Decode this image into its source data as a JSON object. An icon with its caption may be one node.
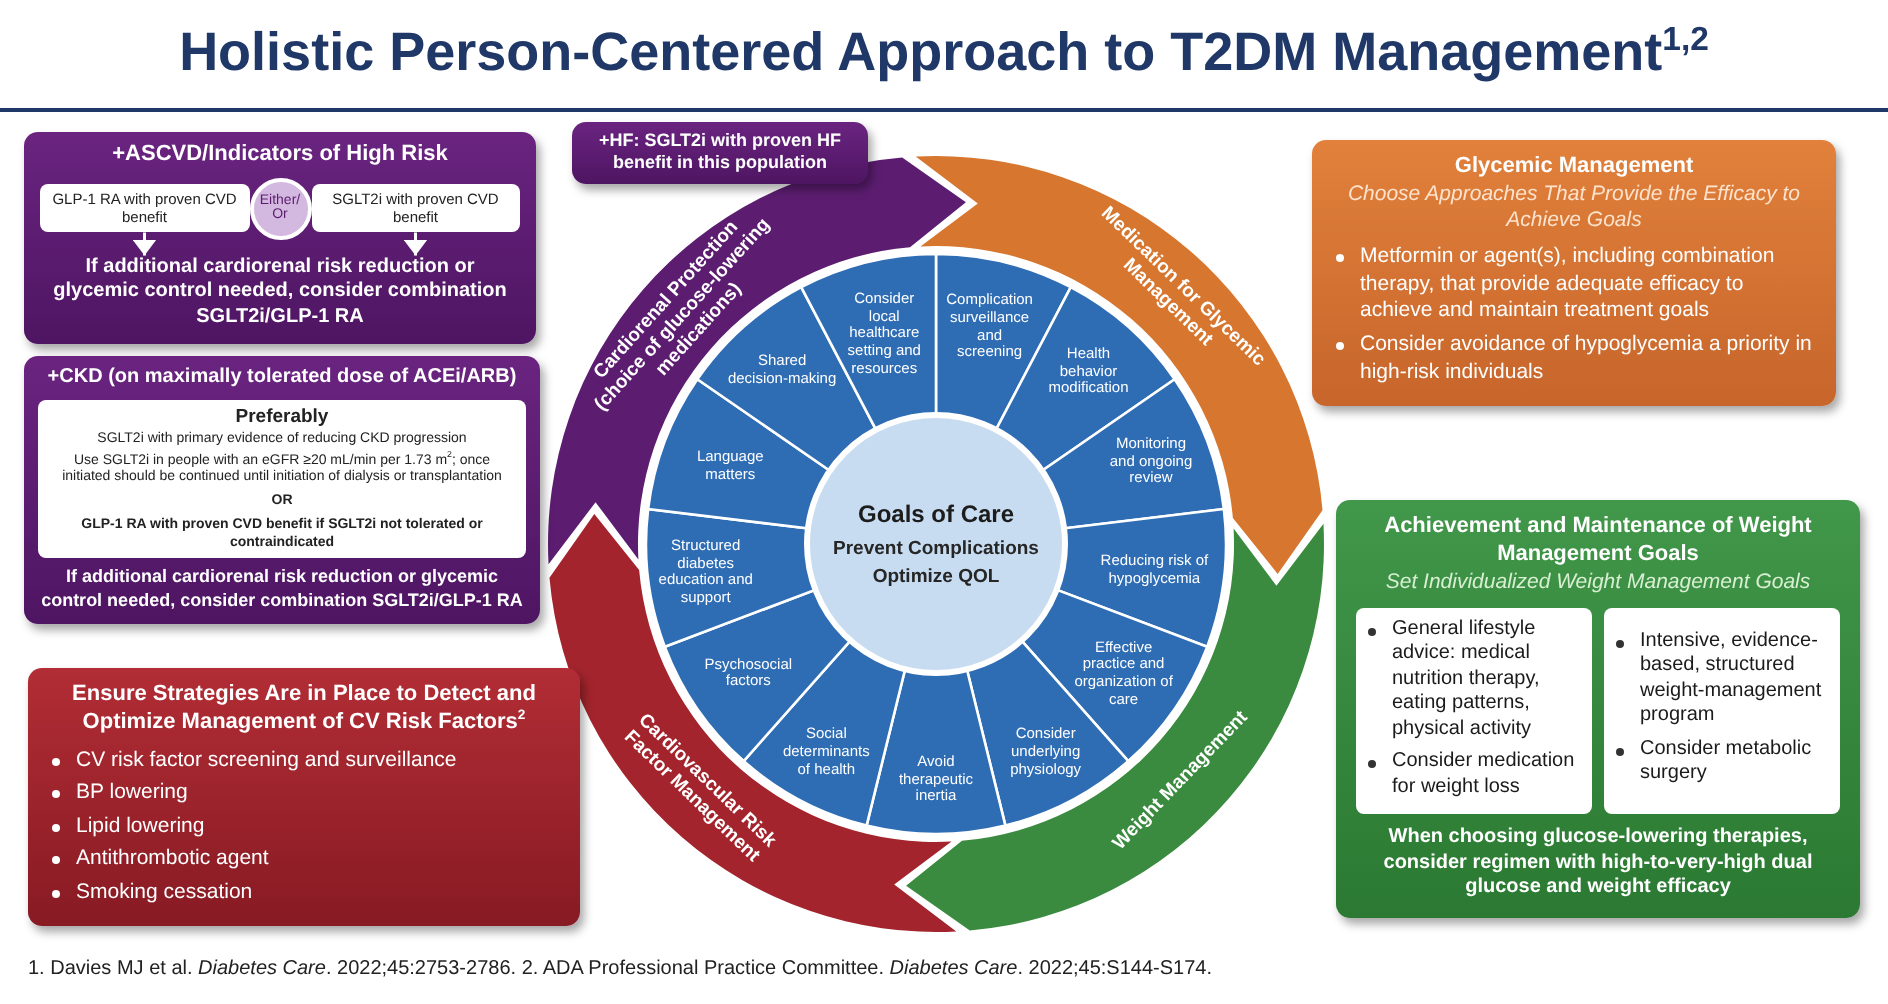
{
  "diagram": {
    "title": "Holistic Person-Centered Approach to T2DM Management$^{1,2}$",
    "nodes": [
      {
        "text": [
          "+ASCVD/Indicators of High Risk"
        ]
      },
      {
        "text": [
          "GLP-1 RA with proven CVD benefit"
        ],
        "in": 0
      },
      {
        "text": [
          "Either/ Or"
        ],
        "in": 0
      },
      {
        "text": [
          "SGLT2i with proven CVD benefit"
        ],
        "in": 0
      },
      {
        "text": [
          "If additional cardiorenal risk reduction or glycemic control needed, consider combination SGLT2i/GLP-1 RA"
        ],
        "in": 0
      },
      {
        "text": [
          "+HF: SGLT2i with proven HF benefit in this population"
        ]
      },
      {
        "text": [
          "+CKD (on maximally tolerated dose of ACEi/ARB)",
          "If additional cardiorenal risk reduction or glycemic control needed, consider combination SGLT2i/GLP-1 RA"
        ]
      },
      {
        "text": [
          "Preferably",
          "SGLT2i with primary evidence of reducing CKD progression",
          "Use SGLT2i in people with an eGFR ≥20 mL/min per 1.73 m$^{2}$; once initiated should be continued until initiation of dialysis or transplantation",
          "OR",
          "GLP-1 RA with proven CVD benefit if SGLT2i not tolerated or contraindicated"
        ],
        "in": 6
      },
      {
        "text": [
          "Ensure Strategies Are in Place to Detect and Optimize Management of CV Risk Factors$^{2}$",
          "CV risk factor screening and surveillance",
          "BP lowering",
          "Lipid lowering",
          "Antithrombotic agent",
          "Smoking cessation"
        ]
      },
      {
        "text": [
          "Cardiorenal Protection (choice of glucose-lowering medications)"
        ]
      },
      {
        "text": [
          "Medication for Glycemic Management"
        ]
      },
      {
        "text": [
          "Weight Management"
        ]
      },
      {
        "text": [
          "Cardiovascular Risk Factor Management"
        ]
      },
      {
        "text": [
          "Goals of Care",
          "Prevent Complications",
          "Optimize QOL"
        ]
      },
      {
        "text": [
          "Complication surveillance and screening"
        ]
      },
      {
        "text": [
          "Health behavior modification"
        ]
      },
      {
        "text": [
          "Monitoring and ongoing review"
        ]
      },
      {
        "text": [
          "Reducing risk of hypoglycemia"
        ]
      },
      {
        "text": [
          "Effective practice and organization of care"
        ]
      },
      {
        "text": [
          "Consider underlying physiology"
        ]
      },
      {
        "text": [
          "Avoid therapeutic inertia"
        ]
      },
      {
        "text": [
          "Social determinants of health"
        ]
      },
      {
        "text": [
          "Psychosocial factors"
        ]
      },
      {
        "text": [
          "Structured diabetes education and support"
        ]
      },
      {
        "text": [
          "Language matters"
        ]
      },
      {
        "text": [
          "Shared decision-making"
        ]
      },
      {
        "text": [
          "Consider local healthcare setting and resources"
        ]
      },
      {
        "text": [
          "Glycemic Management",
          "Choose Approaches That Provide the Efficacy to Achieve Goals",
          "Metformin or agent(s), including combination therapy, that provide adequate efficacy to achieve and maintain treatment goals",
          "Consider avoidance of hypoglycemia a priority in high-risk individuals"
        ]
      },
      {
        "text": [
          "Achievement and Maintenance of Weight Management Goals",
          "Set Individualized Weight Management Goals",
          "When choosing glucose-lowering therapies, consider regimen with high-to-very-high dual glucose and weight efficacy"
        ]
      },
      {
        "text": [
          "General lifestyle advice: medical nutrition therapy, eating patterns, physical activity",
          "Consider medication for weight loss"
        ],
        "in": 28
      },
      {
        "text": [
          "Intensive, evidence-based, structured weight-management program",
          "Consider metabolic surgery"
        ],
        "in": 28
      }
    ],
    "edges": [
      {
        "from": 1,
        "to": 4,
        "arrow": "to"
      },
      {
        "from": 3,
        "to": 4,
        "arrow": "to"
      }
    ],
    "labels": [
      "1. Davies MJ et al. *Diabetes Care*. 2022;45:2753-2786. 2. ADA Professional Practice Committee. *Diabetes Care*. 2022;45:S144-S174."
    ]
  }
}
